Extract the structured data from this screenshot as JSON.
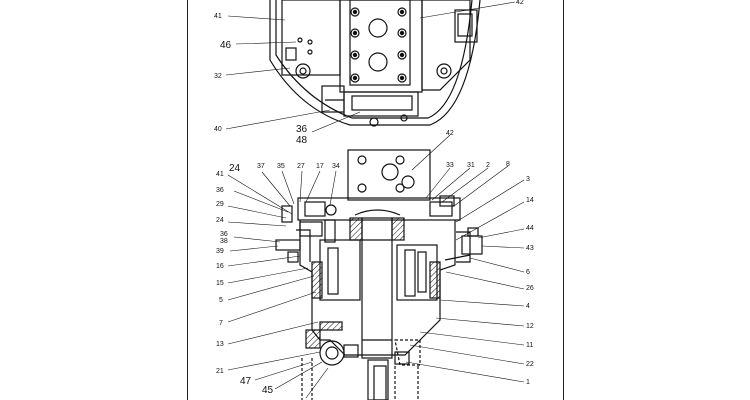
{
  "callouts_top": [
    "41",
    "46",
    "32",
    "40",
    "36",
    "48",
    "42"
  ],
  "callouts_bottom_left": [
    "24",
    "37",
    "35",
    "27",
    "17",
    "34",
    "41",
    "36",
    "29",
    "24",
    "36",
    "38",
    "39",
    "16",
    "15",
    "5",
    "7",
    "13",
    "21",
    "47",
    "45"
  ],
  "callouts_bottom_right": [
    "42",
    "33",
    "31",
    "2",
    "8",
    "3",
    "14",
    "44",
    "43",
    "6",
    "26",
    "4",
    "12",
    "11",
    "22",
    "1"
  ],
  "colors": {
    "ink": "#111111",
    "paper": "#ffffff"
  }
}
